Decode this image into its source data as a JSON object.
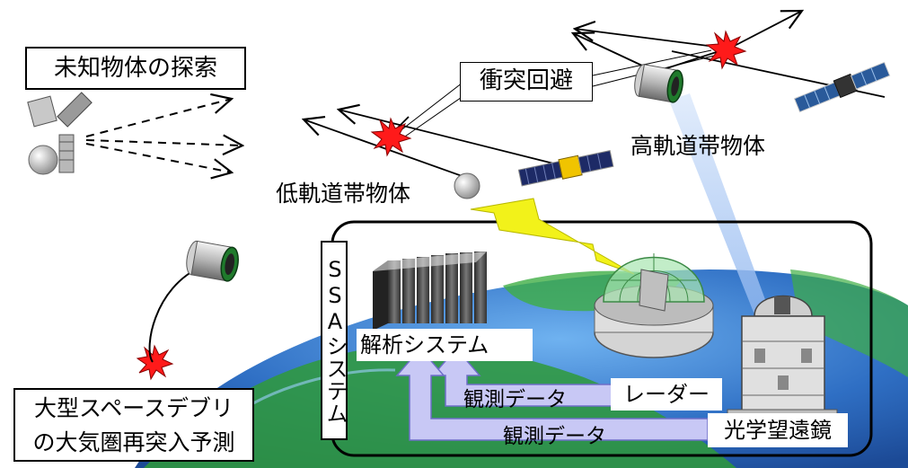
{
  "labels": {
    "unknown_search": "未知物体の探索",
    "collision_avoidance": "衝突回避",
    "high_orbit_objects": "高軌道帯物体",
    "low_orbit_objects": "低軌道帯物体",
    "ssa_system": "SSAシステム",
    "analysis_system": "解析システム",
    "radar": "レーダー",
    "optical_telescope": "光学望遠鏡",
    "observation_data_radar": "観測データ",
    "observation_data_optical": "観測データ",
    "reentry_line1": "大型スペースデブリ",
    "reentry_line2": "の大気圏再突入予測"
  },
  "colors": {
    "earth_ocean": "#2f6fc4",
    "earth_land": "#2f9a3a",
    "collision_burst": "#ff1a1a",
    "data_arrow_fill": "#c8c8f5",
    "data_arrow_stroke": "#6e6ec8",
    "radar_beam": "#f2f21a",
    "optical_beam": "#a8c8f5",
    "radar_dome": "#a8e6b0"
  },
  "icons": {
    "collision": "burst-icon",
    "satellite": "satellite-icon",
    "debris": "debris-cylinder-icon",
    "servers": "server-rack-icon",
    "radar": "radar-dome-icon",
    "telescope": "observatory-icon"
  }
}
